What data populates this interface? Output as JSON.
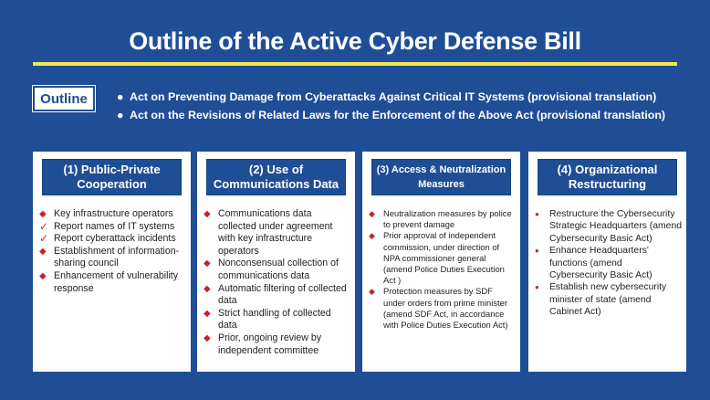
{
  "title": "Outline of the Active Cyber Defense Bill",
  "outline": {
    "label": "Outline",
    "items": [
      "Act on Preventing Damage from Cyberattacks Against Critical IT  Systems (provisional translation)",
      "Act on the Revisions of Related Laws for the Enforcement of the Above  Act (provisional translation)"
    ]
  },
  "bullet_glyph": "●",
  "colors": {
    "background": "#1f4e96",
    "accent_rule": "#f2e84b",
    "marker_red": "#c0272d"
  },
  "cards": [
    {
      "heading": [
        "(1) Public-Private",
        "Cooperation"
      ],
      "items": [
        {
          "marker": "◆",
          "text": "Key infrastructure operators"
        },
        {
          "marker": "✓",
          "text": "Report names of IT systems"
        },
        {
          "marker": "✓",
          "text": "Report cyberattack incidents"
        },
        {
          "marker": "◆",
          "text": "Establishment of information-sharing council"
        },
        {
          "marker": "◆",
          "text": "Enhancement of vulnerability response"
        }
      ]
    },
    {
      "heading": [
        "(2) Use of",
        "Communications Data"
      ],
      "items": [
        {
          "marker": "◆",
          "text": "Communications data collected under agreement with key infrastructure operators"
        },
        {
          "marker": "◆",
          "text": "Nonconsensual collection of communications data"
        },
        {
          "marker": "◆",
          "text": "Automatic filtering of collected data"
        },
        {
          "marker": "◆",
          "text": "Strict handling of collected data"
        },
        {
          "marker": "◆",
          "text": "Prior, ongoing review by independent committee"
        }
      ]
    },
    {
      "heading": [
        "(3) Access & Neutralization",
        "Measures"
      ],
      "items": [
        {
          "marker": "◆",
          "text": "Neutralization measures by police to prevent damage"
        },
        {
          "marker": "◆",
          "text": "Prior approval of independent commission, under direction of NPA commissioner general (amend Police Duties Execution Act )"
        },
        {
          "marker": "◆",
          "text": "Protection measures by SDF under orders from prime minister (amend SDF Act, in accordance with Police Duties Execution Act)"
        }
      ]
    },
    {
      "heading": [
        "(4) Organizational",
        "Restructuring"
      ],
      "items": [
        {
          "marker": "●",
          "text": "Restructure the Cybersecurity Strategic Headquarters (amend Cybersecurity Basic Act)"
        },
        {
          "marker": "●",
          "text": "Enhance Headquarters' functions (amend Cybersecurity Basic Act)"
        },
        {
          "marker": "●",
          "text": "Establish new cybersecurity minister of state (amend Cabinet Act)"
        }
      ]
    }
  ]
}
